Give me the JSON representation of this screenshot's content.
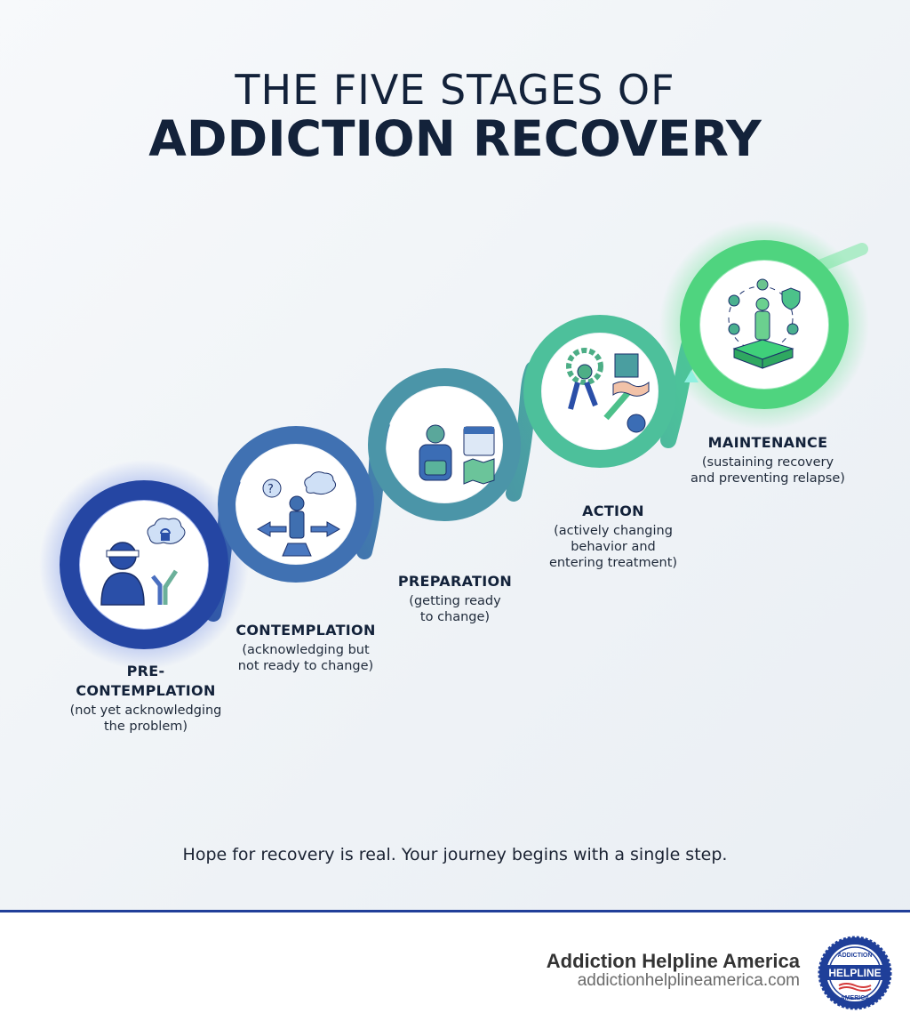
{
  "header": {
    "title_line1": "THE FIVE STAGES OF",
    "title_line2": "ADDICTION RECOVERY"
  },
  "stages": [
    {
      "name": "PRE-",
      "name2": "CONTEMPLATION",
      "desc1": "(not yet acknowledging",
      "desc2": "the problem)",
      "icon": "blindfolded-person-icon",
      "color": "#2a4fa8"
    },
    {
      "name": "CONTEMPLATION",
      "desc1": "(acknowledging but",
      "desc2": "not ready to change)",
      "icon": "person-crossroads-icon",
      "color": "#3f6fb0"
    },
    {
      "name": "PREPARATION",
      "desc1": "(getting ready",
      "desc2": "to change)",
      "icon": "backpack-calendar-map-icon",
      "color": "#4a93a6"
    },
    {
      "name": "ACTION",
      "desc1": "(actively changing",
      "desc2": "behavior and",
      "desc3": "entering treatment)",
      "icon": "walking-handshake-gear-icon",
      "color": "#4dbf9a"
    },
    {
      "name": "MAINTENANCE",
      "desc1": "(sustaining recovery",
      "desc2": "and preventing relapse)",
      "icon": "support-circle-icon",
      "color": "#4ed27e"
    }
  ],
  "tagline": "Hope for recovery is real. Your journey begins with a single step.",
  "footer": {
    "brand_name": "Addiction Helpline America",
    "brand_url": "addictionhelplineamerica.com",
    "logo_top": "ADDICTION",
    "logo_middle": "HELPLINE",
    "logo_bottom": "AMERICA"
  },
  "colors": {
    "title": "#13223a",
    "footer_rule": "#213f99",
    "blue": "#2a4fa8",
    "teal": "#4a93a6",
    "green": "#4ed27e"
  }
}
